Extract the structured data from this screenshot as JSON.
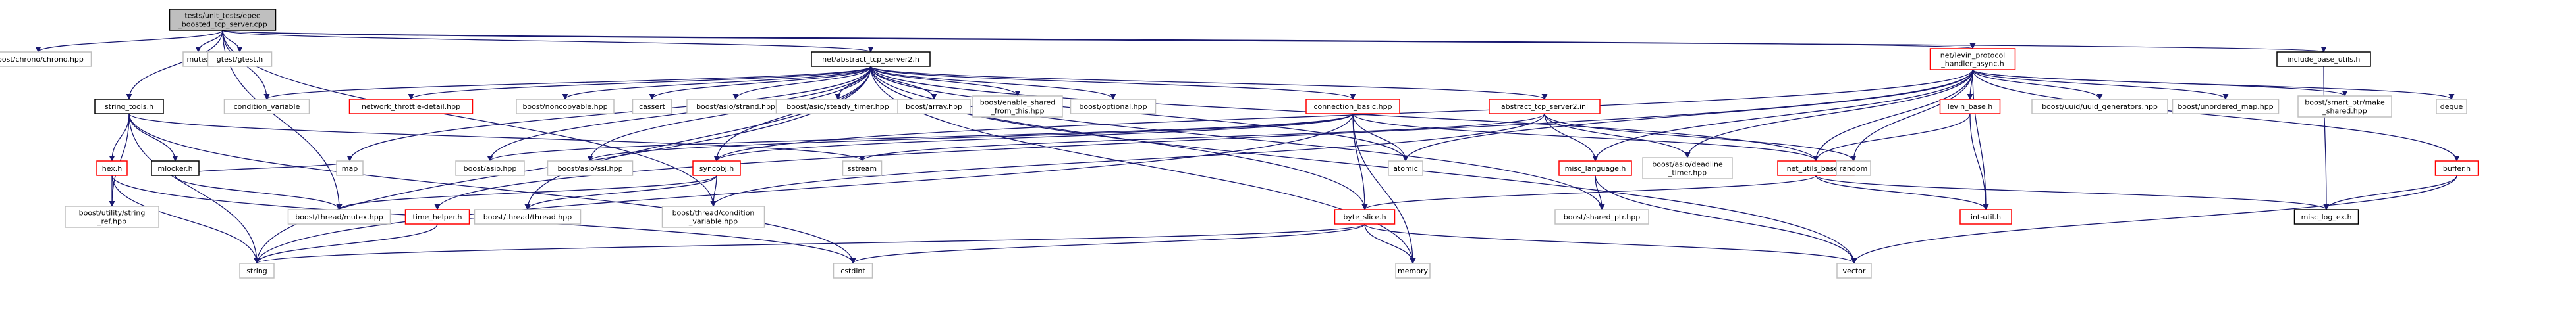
{
  "graph": {
    "colors": {
      "root_fill": "#bfbfbf",
      "root_border": "#000000",
      "linked_border": "#000000",
      "missing_border": "#bfbfbf",
      "truncated_border": "#ff0000",
      "node_fill": "#ffffff",
      "edge": "#191970"
    },
    "nodes": [
      {
        "id": "root",
        "lines": [
          "tests/unit_tests/epee",
          "_boosted_tcp_server.cpp"
        ],
        "kind": "root"
      },
      {
        "id": "boost_chrono",
        "lines": [
          "boost/chrono/chrono.hpp"
        ],
        "kind": "missing"
      },
      {
        "id": "mutex",
        "lines": [
          "mutex"
        ],
        "kind": "missing"
      },
      {
        "id": "gtest",
        "lines": [
          "gtest/gtest.h"
        ],
        "kind": "missing"
      },
      {
        "id": "abstract_tcp_server2_h",
        "lines": [
          "net/abstract_tcp_server2.h"
        ],
        "kind": "linked"
      },
      {
        "id": "levin_protocol_handler_async",
        "lines": [
          "net/levin_protocol",
          "_handler_async.h"
        ],
        "kind": "truncated"
      },
      {
        "id": "include_base_utils",
        "lines": [
          "include_base_utils.h"
        ],
        "kind": "linked"
      },
      {
        "id": "string_tools",
        "lines": [
          "string_tools.h"
        ],
        "kind": "linked"
      },
      {
        "id": "condition_variable",
        "lines": [
          "condition_variable"
        ],
        "kind": "missing"
      },
      {
        "id": "network_throttle_detail",
        "lines": [
          "network_throttle-detail.hpp"
        ],
        "kind": "truncated"
      },
      {
        "id": "boost_noncopyable",
        "lines": [
          "boost/noncopyable.hpp"
        ],
        "kind": "missing"
      },
      {
        "id": "cassert",
        "lines": [
          "cassert"
        ],
        "kind": "missing"
      },
      {
        "id": "boost_asio_strand",
        "lines": [
          "boost/asio/strand.hpp"
        ],
        "kind": "missing"
      },
      {
        "id": "boost_asio_steady_timer",
        "lines": [
          "boost/asio/steady_timer.hpp"
        ],
        "kind": "missing"
      },
      {
        "id": "boost_array",
        "lines": [
          "boost/array.hpp"
        ],
        "kind": "missing"
      },
      {
        "id": "boost_enable_shared",
        "lines": [
          "boost/enable_shared",
          "_from_this.hpp"
        ],
        "kind": "missing"
      },
      {
        "id": "boost_optional",
        "lines": [
          "boost/optional.hpp"
        ],
        "kind": "missing"
      },
      {
        "id": "connection_basic",
        "lines": [
          "connection_basic.hpp"
        ],
        "kind": "truncated"
      },
      {
        "id": "abstract_tcp_server2_inl",
        "lines": [
          "abstract_tcp_server2.inl"
        ],
        "kind": "truncated"
      },
      {
        "id": "levin_base",
        "lines": [
          "levin_base.h"
        ],
        "kind": "truncated"
      },
      {
        "id": "boost_uuid_generators",
        "lines": [
          "boost/uuid/uuid_generators.hpp"
        ],
        "kind": "missing"
      },
      {
        "id": "boost_unordered_map",
        "lines": [
          "boost/unordered_map.hpp"
        ],
        "kind": "missing"
      },
      {
        "id": "boost_smart_ptr_make_shared",
        "lines": [
          "boost/smart_ptr/make",
          "_shared.hpp"
        ],
        "kind": "missing"
      },
      {
        "id": "deque",
        "lines": [
          "deque"
        ],
        "kind": "missing"
      },
      {
        "id": "hex",
        "lines": [
          "hex.h"
        ],
        "kind": "truncated"
      },
      {
        "id": "mlocker",
        "lines": [
          "mlocker.h"
        ],
        "kind": "linked"
      },
      {
        "id": "map",
        "lines": [
          "map"
        ],
        "kind": "missing"
      },
      {
        "id": "boost_asio",
        "lines": [
          "boost/asio.hpp"
        ],
        "kind": "missing"
      },
      {
        "id": "boost_asio_ssl",
        "lines": [
          "boost/asio/ssl.hpp"
        ],
        "kind": "missing"
      },
      {
        "id": "syncobj",
        "lines": [
          "syncobj.h"
        ],
        "kind": "truncated"
      },
      {
        "id": "sstream",
        "lines": [
          "sstream"
        ],
        "kind": "missing"
      },
      {
        "id": "atomic",
        "lines": [
          "atomic"
        ],
        "kind": "missing"
      },
      {
        "id": "misc_language",
        "lines": [
          "misc_language.h"
        ],
        "kind": "truncated"
      },
      {
        "id": "boost_asio_deadline",
        "lines": [
          "boost/asio/deadline",
          "_timer.hpp"
        ],
        "kind": "missing"
      },
      {
        "id": "net_utils_base",
        "lines": [
          "net_utils_base.h"
        ],
        "kind": "truncated"
      },
      {
        "id": "random",
        "lines": [
          "random"
        ],
        "kind": "missing"
      },
      {
        "id": "buffer",
        "lines": [
          "buffer.h"
        ],
        "kind": "truncated"
      },
      {
        "id": "boost_utility_string_ref",
        "lines": [
          "boost/utility/string",
          "_ref.hpp"
        ],
        "kind": "missing"
      },
      {
        "id": "boost_thread_mutex",
        "lines": [
          "boost/thread/mutex.hpp"
        ],
        "kind": "missing"
      },
      {
        "id": "boost_thread_thread",
        "lines": [
          "boost/thread/thread.hpp"
        ],
        "kind": "missing"
      },
      {
        "id": "boost_thread_condition",
        "lines": [
          "boost/thread/condition",
          "_variable.hpp"
        ],
        "kind": "missing"
      },
      {
        "id": "time_helper",
        "lines": [
          "time_helper.h"
        ],
        "kind": "truncated"
      },
      {
        "id": "byte_slice",
        "lines": [
          "byte_slice.h"
        ],
        "kind": "truncated"
      },
      {
        "id": "boost_shared_ptr",
        "lines": [
          "boost/shared_ptr.hpp"
        ],
        "kind": "missing"
      },
      {
        "id": "int_util",
        "lines": [
          "int-util.h"
        ],
        "kind": "truncated"
      },
      {
        "id": "misc_log_ex",
        "lines": [
          "misc_log_ex.h"
        ],
        "kind": "linked"
      },
      {
        "id": "string",
        "lines": [
          "string"
        ],
        "kind": "missing"
      },
      {
        "id": "cstdint",
        "lines": [
          "cstdint"
        ],
        "kind": "missing"
      },
      {
        "id": "memory",
        "lines": [
          "memory"
        ],
        "kind": "missing"
      },
      {
        "id": "vector",
        "lines": [
          "vector"
        ],
        "kind": "missing"
      }
    ],
    "edges": [
      [
        "root",
        "boost_chrono"
      ],
      [
        "root",
        "mutex"
      ],
      [
        "root",
        "gtest"
      ],
      [
        "root",
        "abstract_tcp_server2_h"
      ],
      [
        "root",
        "levin_protocol_handler_async"
      ],
      [
        "root",
        "include_base_utils"
      ],
      [
        "root",
        "string_tools"
      ],
      [
        "root",
        "boost_thread_mutex"
      ],
      [
        "root",
        "boost_thread_condition"
      ],
      [
        "root",
        "condition_variable"
      ],
      [
        "abstract_tcp_server2_h",
        "condition_variable"
      ],
      [
        "abstract_tcp_server2_h",
        "network_throttle_detail"
      ],
      [
        "abstract_tcp_server2_h",
        "boost_noncopyable"
      ],
      [
        "abstract_tcp_server2_h",
        "cassert"
      ],
      [
        "abstract_tcp_server2_h",
        "boost_asio_strand"
      ],
      [
        "abstract_tcp_server2_h",
        "boost_asio_steady_timer"
      ],
      [
        "abstract_tcp_server2_h",
        "boost_array"
      ],
      [
        "abstract_tcp_server2_h",
        "boost_enable_shared"
      ],
      [
        "abstract_tcp_server2_h",
        "boost_optional"
      ],
      [
        "abstract_tcp_server2_h",
        "connection_basic"
      ],
      [
        "abstract_tcp_server2_h",
        "abstract_tcp_server2_inl"
      ],
      [
        "abstract_tcp_server2_h",
        "map"
      ],
      [
        "abstract_tcp_server2_h",
        "boost_asio"
      ],
      [
        "abstract_tcp_server2_h",
        "boost_asio_ssl"
      ],
      [
        "abstract_tcp_server2_h",
        "syncobj"
      ],
      [
        "abstract_tcp_server2_h",
        "atomic"
      ],
      [
        "abstract_tcp_server2_h",
        "net_utils_base"
      ],
      [
        "abstract_tcp_server2_h",
        "boost_thread_thread"
      ],
      [
        "abstract_tcp_server2_h",
        "string"
      ],
      [
        "abstract_tcp_server2_h",
        "memory"
      ],
      [
        "abstract_tcp_server2_h",
        "vector"
      ],
      [
        "abstract_tcp_server2_h",
        "byte_slice"
      ],
      [
        "abstract_tcp_server2_h",
        "boost_shared_ptr"
      ],
      [
        "levin_protocol_handler_async",
        "boost_asio_deadline"
      ],
      [
        "levin_protocol_handler_async",
        "boost_uuid_generators"
      ],
      [
        "levin_protocol_handler_async",
        "boost_unordered_map"
      ],
      [
        "levin_protocol_handler_async",
        "boost_smart_ptr_make_shared"
      ],
      [
        "levin_protocol_handler_async",
        "deque"
      ],
      [
        "levin_protocol_handler_async",
        "levin_base"
      ],
      [
        "levin_protocol_handler_async",
        "buffer"
      ],
      [
        "levin_protocol_handler_async",
        "misc_language"
      ],
      [
        "levin_protocol_handler_async",
        "syncobj"
      ],
      [
        "levin_protocol_handler_async",
        "atomic"
      ],
      [
        "levin_protocol_handler_async",
        "random"
      ],
      [
        "levin_protocol_handler_async",
        "int_util"
      ],
      [
        "levin_protocol_handler_async",
        "net_utils_base"
      ],
      [
        "levin_protocol_handler_async",
        "time_helper"
      ],
      [
        "include_base_utils",
        "misc_log_ex"
      ],
      [
        "string_tools",
        "hex"
      ],
      [
        "string_tools",
        "mlocker"
      ],
      [
        "string_tools",
        "sstream"
      ],
      [
        "string_tools",
        "string"
      ],
      [
        "string_tools",
        "cstdint"
      ],
      [
        "string_tools",
        "boost_utility_string_ref"
      ],
      [
        "connection_basic",
        "boost_asio"
      ],
      [
        "connection_basic",
        "boost_asio_ssl"
      ],
      [
        "connection_basic",
        "atomic"
      ],
      [
        "connection_basic",
        "memory"
      ],
      [
        "connection_basic",
        "byte_slice"
      ],
      [
        "connection_basic",
        "net_utils_base"
      ],
      [
        "connection_basic",
        "string"
      ],
      [
        "connection_basic",
        "syncobj"
      ],
      [
        "abstract_tcp_server2_inl",
        "misc_language"
      ],
      [
        "abstract_tcp_server2_inl",
        "boost_asio_deadline"
      ],
      [
        "abstract_tcp_server2_inl",
        "random"
      ],
      [
        "abstract_tcp_server2_inl",
        "boost_thread_condition"
      ],
      [
        "abstract_tcp_server2_inl",
        "sstream"
      ],
      [
        "levin_base",
        "net_utils_base"
      ],
      [
        "levin_base",
        "int_util"
      ],
      [
        "hex",
        "string"
      ],
      [
        "hex",
        "cstdint"
      ],
      [
        "hex",
        "boost_utility_string_ref"
      ],
      [
        "mlocker",
        "map"
      ],
      [
        "mlocker",
        "boost_thread_mutex"
      ],
      [
        "syncobj",
        "boost_thread_mutex"
      ],
      [
        "syncobj",
        "boost_thread_thread"
      ],
      [
        "syncobj",
        "boost_thread_condition"
      ],
      [
        "misc_language",
        "boost_shared_ptr"
      ],
      [
        "misc_language",
        "vector"
      ],
      [
        "net_utils_base",
        "byte_slice"
      ],
      [
        "net_utils_base",
        "int_util"
      ],
      [
        "net_utils_base",
        "misc_log_ex"
      ],
      [
        "buffer",
        "misc_log_ex"
      ],
      [
        "buffer",
        "vector"
      ],
      [
        "time_helper",
        "string"
      ],
      [
        "byte_slice",
        "cstdint"
      ],
      [
        "byte_slice",
        "memory"
      ],
      [
        "byte_slice",
        "vector"
      ],
      [
        "byte_slice",
        "string"
      ]
    ]
  }
}
